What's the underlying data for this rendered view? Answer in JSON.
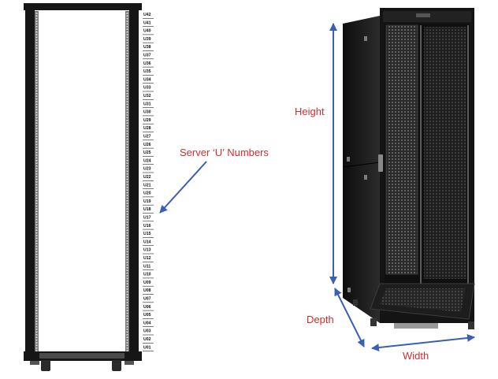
{
  "rack_diagram": {
    "u_labels": [
      "U42",
      "U41",
      "U40",
      "U39",
      "U38",
      "U37",
      "U36",
      "U35",
      "U34",
      "U33",
      "U32",
      "U31",
      "U30",
      "U29",
      "U28",
      "U27",
      "U26",
      "U25",
      "U24",
      "U23",
      "U22",
      "U21",
      "U20",
      "U19",
      "U18",
      "U17",
      "U16",
      "U15",
      "U14",
      "U13",
      "U12",
      "U11",
      "U10",
      "U09",
      "U08",
      "U07",
      "U06",
      "U05",
      "U04",
      "U03",
      "U02",
      "U01"
    ]
  },
  "annotations": {
    "server_u_numbers": "Server ‘U’ Numbers",
    "height": "Height",
    "depth": "Depth",
    "width": "Width"
  },
  "colors": {
    "label_red": "#d52b2b",
    "arrow_blue": "#3a5fb8",
    "rack_black": "#161616",
    "rack_gray": "#6f6f6f"
  }
}
